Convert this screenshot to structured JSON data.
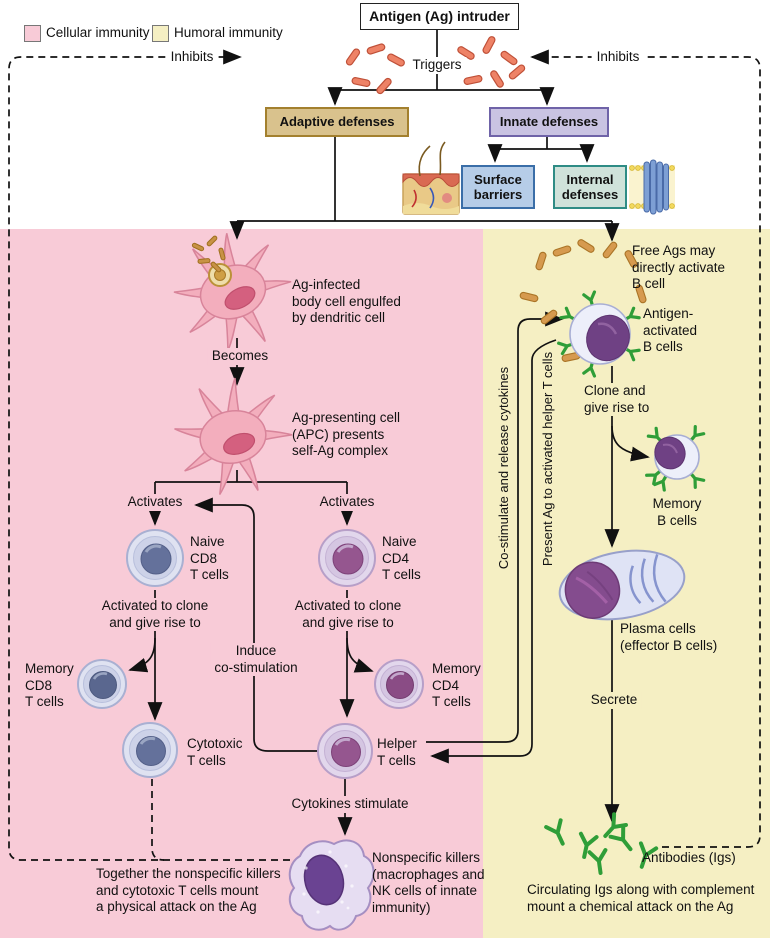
{
  "title": "Immune response flowchart",
  "colors": {
    "cellular_bg": "#f8cbd7",
    "humoral_bg": "#f5efc3",
    "adaptive_fill": "#d9c28d",
    "adaptive_border": "#a3802e",
    "innate_fill": "#c9c3e2",
    "innate_border": "#6f63a8",
    "surface_fill": "#b6cde8",
    "surface_border": "#3a6ea8",
    "internal_fill": "#cfe2da",
    "internal_border": "#2e8c85",
    "bacteria_orange": "#ee8266",
    "bacteria_tan": "#d69a4f",
    "antibody_green": "#2f9e38",
    "line": "#111111"
  },
  "legend": {
    "cellular": "Cellular immunity",
    "humoral": "Humoral immunity"
  },
  "top": {
    "antigen": "Antigen (Ag) intruder",
    "triggers": "Triggers",
    "inhibits_left": "Inhibits",
    "inhibits_right": "Inhibits",
    "adaptive": "Adaptive defenses",
    "innate": "Innate defenses",
    "surface": "Surface\nbarriers",
    "internal": "Internal\ndefenses"
  },
  "cellular": {
    "ag_infected": "Ag-infected\nbody cell engulfed\nby dendritic cell",
    "becomes": "Becomes",
    "apc": "Ag-presenting cell\n(APC) presents\nself-Ag complex",
    "activates_left": "Activates",
    "activates_right": "Activates",
    "naive_cd8": "Naive\nCD8\nT cells",
    "naive_cd4": "Naive\nCD4\nT cells",
    "activated_clone_left": "Activated to clone\nand give rise to",
    "activated_clone_right": "Activated to clone\nand give rise to",
    "induce": "Induce\nco-stimulation",
    "memory_cd8": "Memory\nCD8\nT cells",
    "memory_cd4": "Memory\nCD4\nT cells",
    "cytotoxic": "Cytotoxic\nT cells",
    "helper": "Helper\nT cells",
    "cytokines": "Cytokines stimulate",
    "nonspecific": "Nonspecific killers\n(macrophages and\nNK cells of innate\nimmunity)",
    "together": "Together the nonspecific killers\nand cytotoxic T cells mount\na physical attack on the Ag"
  },
  "humoral": {
    "free_ags": "Free Ags may\ndirectly activate\nB cell",
    "antigen_activated": "Antigen-\nactivated\nB cells",
    "clone": "Clone and\ngive rise to",
    "memory_b": "Memory\nB cells",
    "plasma": "Plasma cells\n(effector B cells)",
    "secrete": "Secrete",
    "costimulate": "Co-stimulate and release cytokines",
    "present_ag": "Present Ag to activated helper T cells",
    "antibodies": "Antibodies (Igs)",
    "circulating": "Circulating Igs along with complement\nmount a chemical attack on the Ag"
  }
}
